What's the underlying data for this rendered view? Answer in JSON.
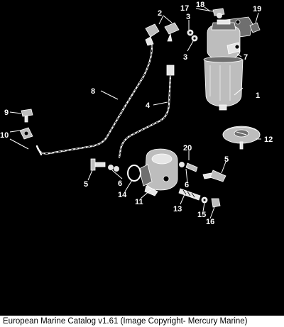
{
  "diagram": {
    "callouts": {
      "c1": "1",
      "c2": "2",
      "c3a": "3",
      "c3b": "3",
      "c4": "4",
      "c5a": "5",
      "c5b": "5",
      "c6a": "6",
      "c6b": "6",
      "c7": "7",
      "c8": "8",
      "c9": "9",
      "c10": "10",
      "c11": "11",
      "c12": "12",
      "c13": "13",
      "c14": "14",
      "c15": "15",
      "c16": "16",
      "c17": "17",
      "c18": "18",
      "c19": "19",
      "c20": "20"
    }
  },
  "footer": {
    "caption": "European Marine Catalog v1.61 (Image Copyright- Mercury Marine)"
  },
  "colors": {
    "background": "#000000",
    "linework": "#ffffff",
    "caption_band": "#ffffff",
    "caption_text": "#000000"
  }
}
